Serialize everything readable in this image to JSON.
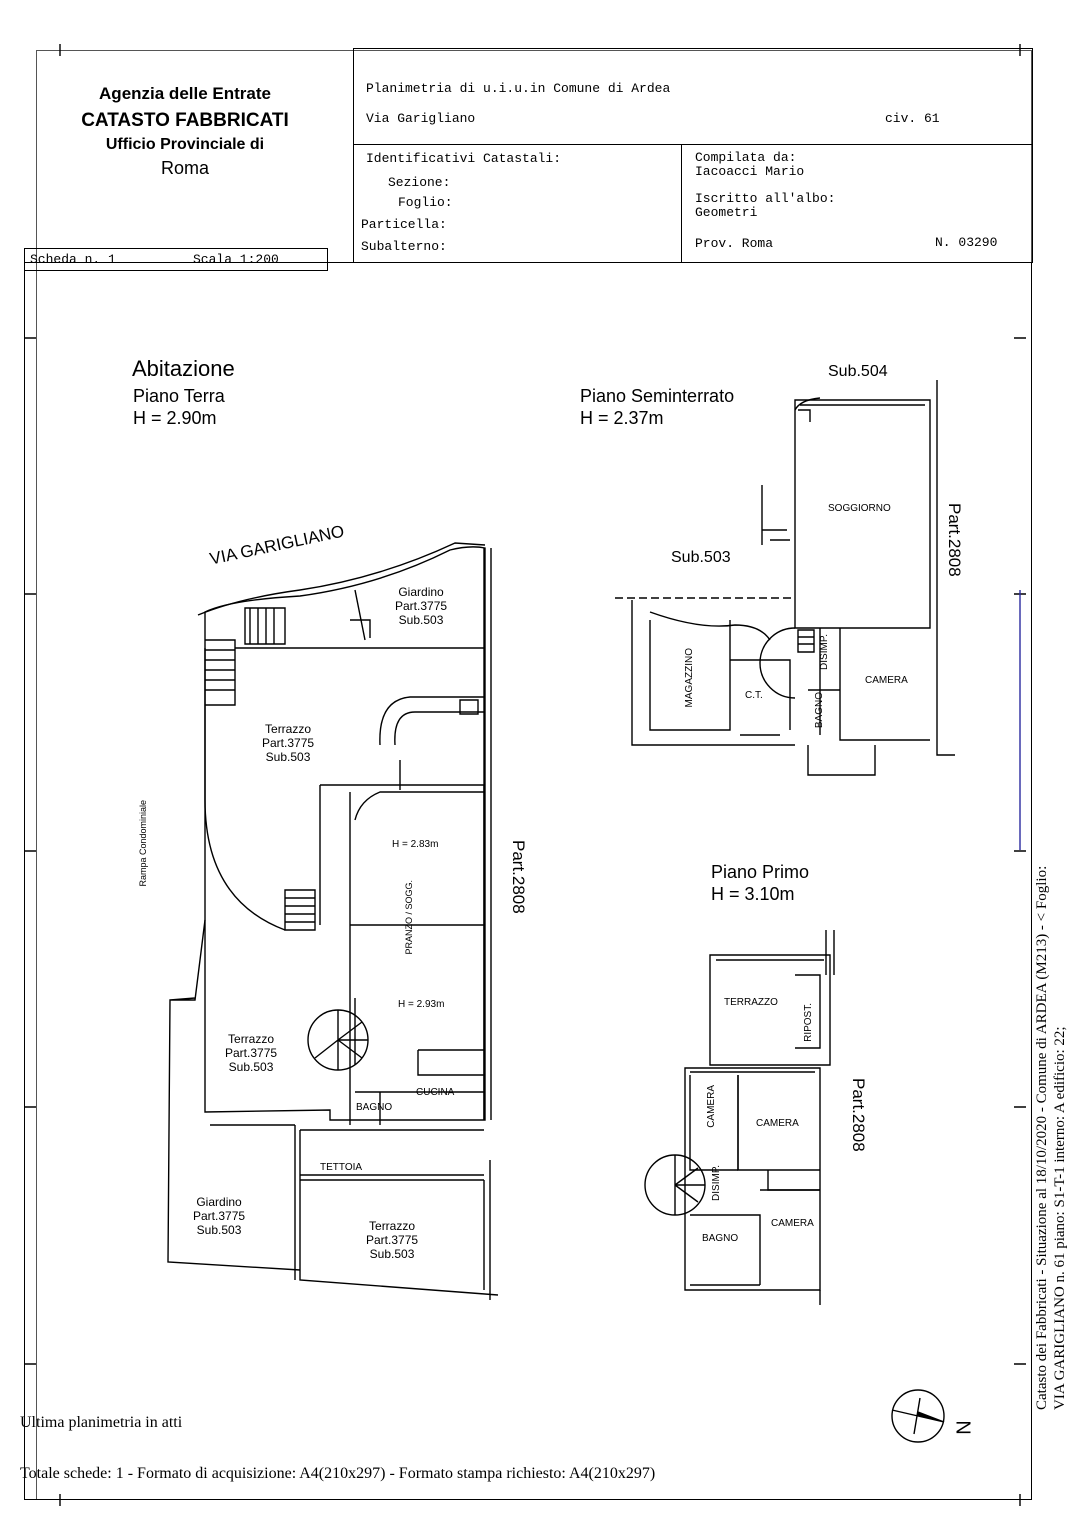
{
  "office": {
    "agency": "Agenzia delle Entrate",
    "register": "CATASTO FABBRICATI",
    "office_line": "Ufficio Provinciale di",
    "city": "Roma"
  },
  "header": {
    "plan_title": "Planimetria di u.i.u.in Comune di Ardea",
    "street": "Via Garigliano",
    "civic": "civ. 61",
    "ids_title": "Identificativi Catastali:",
    "sezione_label": "Sezione:",
    "foglio_label": "Foglio:",
    "particella_label": "Particella:",
    "subalterno_label": "Subalterno:",
    "compiled_label": "Compilata da:",
    "compiled_name": "Iacoacci Mario",
    "albo_label": "Iscritto all'albo:",
    "albo_value": "Geometri",
    "prov": "Prov. Roma",
    "number": "N. 03290",
    "scheda": "Scheda n. 1",
    "scala": "Scala 1:200"
  },
  "plan_terra": {
    "title": "Abitazione",
    "floor": "Piano Terra",
    "height": "H = 2.90m",
    "street_label": "VIA GARIGLIANO",
    "ramp_label": "Rampa Condominiale",
    "part_label": "Part.2808",
    "giardino_top": [
      "Giardino",
      "Part.3775",
      "Sub.503"
    ],
    "terrazzo_top": [
      "Terrazzo",
      "Part.3775",
      "Sub.503"
    ],
    "terrazzo_left": [
      "Terrazzo",
      "Part.3775",
      "Sub.503"
    ],
    "giardino_bottom": [
      "Giardino",
      "Part.3775",
      "Sub.503"
    ],
    "terrazzo_bottom": [
      "Terrazzo",
      "Part.3775",
      "Sub.503"
    ],
    "h_283": "H = 2.83m",
    "h_293": "H = 2.93m",
    "pranzo": "PRANZO / SOGG.",
    "bagno": "BAGNO",
    "cucina": "CUCINA",
    "tettoia": "TETTOIA"
  },
  "plan_seminterrato": {
    "floor": "Piano Seminterrato",
    "height": "H = 2.37m",
    "sub504": "Sub.504",
    "sub503": "Sub.503",
    "part_label": "Part.2808",
    "soggiorno": "SOGGIORNO",
    "magazzino": "MAGAZZINO",
    "ct": "C.T.",
    "disimp": "DISIMP.",
    "bagno": "BAGNO",
    "camera": "CAMERA"
  },
  "plan_primo": {
    "floor": "Piano Primo",
    "height": "H = 3.10m",
    "part_label": "Part.2808",
    "terrazzo": "TERRAZZO",
    "ripost": "RIPOST.",
    "camera_v": "CAMERA",
    "camera1": "CAMERA",
    "disimp": "DISIMP.",
    "bagno": "BAGNO",
    "camera2": "CAMERA"
  },
  "footer": {
    "last_plan": "Ultima planimetria in atti",
    "totals": "Totale schede: 1 - Formato di acquisizione: A4(210x297)  - Formato stampa richiesto: A4(210x297)",
    "north": "N"
  },
  "side_note": {
    "line1": "Catasto dei Fabbricati - Situazione al 18/10/2020 - Comune di ARDEA (M213) - < Foglio:",
    "line2": "VIA GARIGLIANO n. 61 piano: S1-T-1 interno: A edificio: 22;"
  },
  "colors": {
    "ink": "#000000",
    "paper": "#ffffff",
    "frame_blue": "#2a2aa0"
  }
}
